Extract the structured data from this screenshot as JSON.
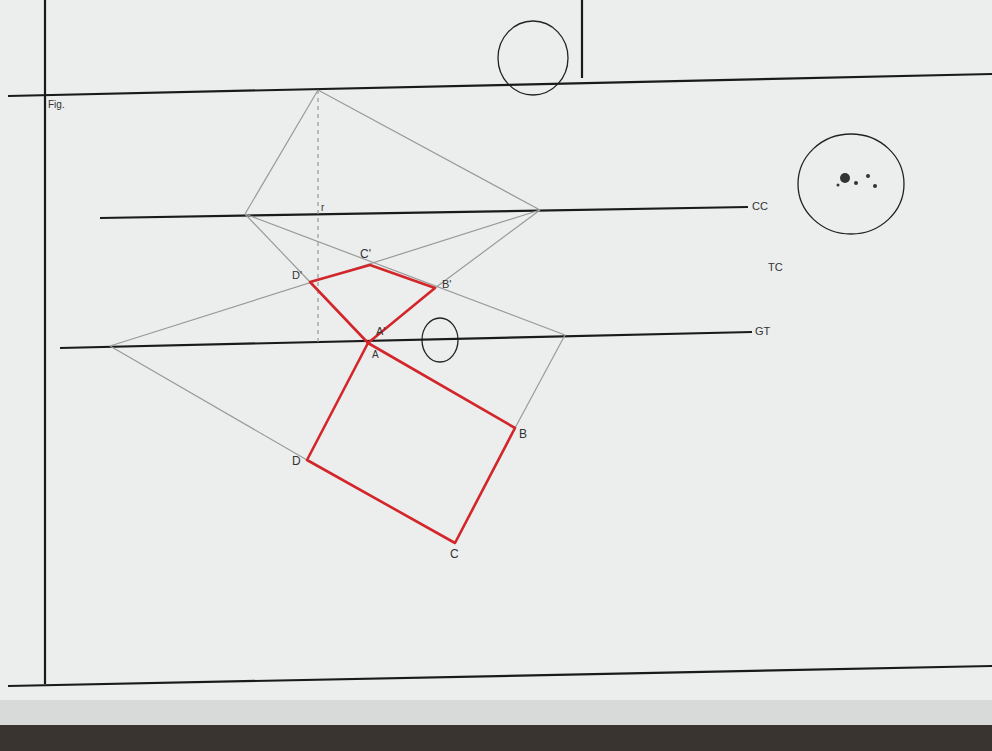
{
  "diagram": {
    "labels": [
      "Fig.",
      "CC",
      "TC",
      "GT",
      "C'",
      "D'",
      "B'",
      "A'",
      "A",
      "B",
      "C",
      "D",
      "r"
    ]
  }
}
